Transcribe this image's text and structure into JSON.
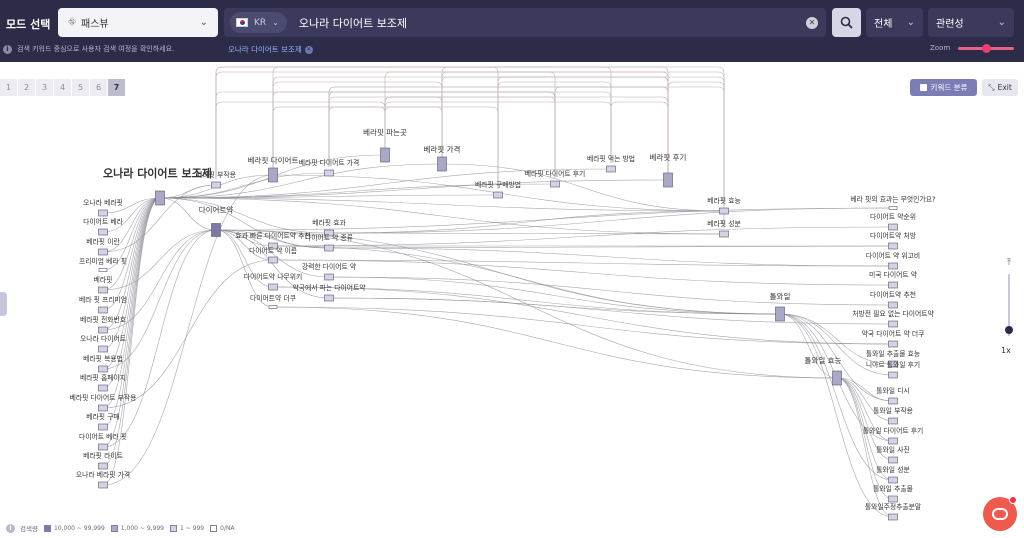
{
  "header": {
    "mode_label": "모드 선택",
    "mode_select": {
      "icon": "path-icon",
      "value": "패스뷰"
    },
    "country": {
      "code": "KR",
      "flag": "korea-flag-icon"
    },
    "query": "오나라 다이어트 보조제",
    "scope_select": "전체",
    "sort_select": "관련성",
    "hint": "검색 키워드 중심으로 사용자 검색 여정을 확인하세요.",
    "active_chip": "오나라 다이어트 보조제",
    "zoom_label": "Zoom",
    "zoom_level": 0.5
  },
  "toolbar": {
    "pages": [
      "1",
      "2",
      "3",
      "4",
      "5",
      "6",
      "7"
    ],
    "active_page": "7",
    "keyword_button": "키워드 분류",
    "exit_button": "Exit"
  },
  "zoom_control": {
    "value": "1x",
    "level": 0.9
  },
  "legend": {
    "title": "검색량",
    "items": [
      {
        "label": "10,000 ~ 99,999",
        "color": "#7b7ba6"
      },
      {
        "label": "1,000 ~ 9,999",
        "color": "#a9a9c6"
      },
      {
        "label": "1 ~ 999",
        "color": "#d3d3e2"
      },
      {
        "label": "0/NA",
        "color": "#ffffff"
      }
    ]
  },
  "colors": {
    "header_bg": "#2c2b48",
    "accent": "#7d7db5",
    "zoom": "#e83f71",
    "chat": "#ee5a4e"
  },
  "graph": {
    "nodes": [
      {
        "id": "root",
        "label": "오나라 다이어트 보조제",
        "tier": 2
      },
      {
        "id": "n1",
        "label": "오나라 베라핏",
        "tier": 3
      },
      {
        "id": "n2",
        "label": "다이어트 베라",
        "tier": 3
      },
      {
        "id": "n3",
        "label": "베라핏 이란",
        "tier": 3
      },
      {
        "id": "n4",
        "label": "프리미엄 베라 핏",
        "tier": 4
      },
      {
        "id": "n5",
        "label": "베라핏",
        "tier": 3
      },
      {
        "id": "n6",
        "label": "베라 핏 프리미엄",
        "tier": 3
      },
      {
        "id": "n7",
        "label": "베라핏 전화번호",
        "tier": 3
      },
      {
        "id": "n8",
        "label": "오나라 다이어트",
        "tier": 3
      },
      {
        "id": "n9",
        "label": "베라핏 복용법",
        "tier": 3
      },
      {
        "id": "n10",
        "label": "베라핏 홈페이지",
        "tier": 3
      },
      {
        "id": "n11",
        "label": "베라핏 다이어트 부작용",
        "tier": 3
      },
      {
        "id": "n12",
        "label": "베라핏 구매",
        "tier": 3
      },
      {
        "id": "n13",
        "label": "다이어트 베라 핏",
        "tier": 3
      },
      {
        "id": "n14",
        "label": "베라핏 라이트",
        "tier": 3
      },
      {
        "id": "n15",
        "label": "오나라 베라핏 가격",
        "tier": 3
      },
      {
        "id": "c1",
        "label": "베라핏 부작용",
        "tier": 3
      },
      {
        "id": "c2",
        "label": "다이어트약",
        "tier": 1
      },
      {
        "id": "c3",
        "label": "베라핏 다이어트",
        "tier": 2
      },
      {
        "id": "c4",
        "label": "베라핏 다이어트 가격",
        "tier": 3
      },
      {
        "id": "c5",
        "label": "베라핏 파는곳",
        "tier": 2
      },
      {
        "id": "c6",
        "label": "베라핏 가격",
        "tier": 2
      },
      {
        "id": "c7",
        "label": "베라핏 구매방법",
        "tier": 3
      },
      {
        "id": "c8",
        "label": "베라핏 다이어트 후기",
        "tier": 3
      },
      {
        "id": "c9",
        "label": "베라핏 먹는 방법",
        "tier": 3
      },
      {
        "id": "c10",
        "label": "베라핏 후기",
        "tier": 2
      },
      {
        "id": "c11",
        "label": "베라핏 효과",
        "tier": 3
      },
      {
        "id": "c12",
        "label": "효과 빠른 다이어트약 추천",
        "tier": 3
      },
      {
        "id": "c13",
        "label": "다이어트 약 종류",
        "tier": 3
      },
      {
        "id": "c14",
        "label": "다이어트 약 이름",
        "tier": 3
      },
      {
        "id": "c15",
        "label": "강력한 다이어트 약",
        "tier": 3
      },
      {
        "id": "c16",
        "label": "다이어트약 나무위키",
        "tier": 3
      },
      {
        "id": "c17",
        "label": "약국에서 파는 다이어트약",
        "tier": 3
      },
      {
        "id": "c18",
        "label": "다이어트약 더쿠",
        "tier": 4
      },
      {
        "id": "c19",
        "label": "베라핏 효능",
        "tier": 3
      },
      {
        "id": "c20",
        "label": "베라핏 성분",
        "tier": 3
      },
      {
        "id": "c21",
        "label": "톨와일",
        "tier": 2
      },
      {
        "id": "c22",
        "label": "톨와일 효능",
        "tier": 2
      },
      {
        "id": "r1",
        "label": "베라 핏의 효과는 무엇인가요?",
        "tier": 4
      },
      {
        "id": "r2",
        "label": "다이어트 약순위",
        "tier": 3
      },
      {
        "id": "r3",
        "label": "다이어트약 처방",
        "tier": 3
      },
      {
        "id": "r4",
        "label": "다이어트 약 위고비",
        "tier": 3
      },
      {
        "id": "r5",
        "label": "미국 다이어트 약",
        "tier": 3
      },
      {
        "id": "r6",
        "label": "다이어트약 추천",
        "tier": 3
      },
      {
        "id": "r7",
        "label": "처방전 필요 없는 다이어트약",
        "tier": 3
      },
      {
        "id": "r8",
        "label": "약국 다이어트 약 더쿠",
        "tier": 3
      },
      {
        "id": "r9",
        "label": "톨와일 추출물 효능",
        "tier": 3
      },
      {
        "id": "r10",
        "label": "니아르 톨와일 후기",
        "tier": 3
      },
      {
        "id": "r11",
        "label": "톨와일 디시",
        "tier": 3
      },
      {
        "id": "r12",
        "label": "톨와일 부작용",
        "tier": 3
      },
      {
        "id": "r13",
        "label": "톨와일 다이어트 후기",
        "tier": 3
      },
      {
        "id": "r14",
        "label": "톨와일 사진",
        "tier": 3
      },
      {
        "id": "r15",
        "label": "톨와일 성분",
        "tier": 3
      },
      {
        "id": "r16",
        "label": "톨와일 추출물",
        "tier": 3
      },
      {
        "id": "r17",
        "label": "톨와일주정추출분말",
        "tier": 3
      }
    ],
    "edges": [
      [
        "n1",
        "root"
      ],
      [
        "n2",
        "root"
      ],
      [
        "n3",
        "root"
      ],
      [
        "n4",
        "root"
      ],
      [
        "n5",
        "root"
      ],
      [
        "n6",
        "root"
      ],
      [
        "n7",
        "root"
      ],
      [
        "n8",
        "root"
      ],
      [
        "n9",
        "root"
      ],
      [
        "n10",
        "root"
      ],
      [
        "n11",
        "root"
      ],
      [
        "n12",
        "root"
      ],
      [
        "n13",
        "root"
      ],
      [
        "n14",
        "root"
      ],
      [
        "n15",
        "root"
      ],
      [
        "n5",
        "c2"
      ],
      [
        "n9",
        "c2"
      ],
      [
        "n11",
        "c14"
      ],
      [
        "n13",
        "c2"
      ],
      [
        "n15",
        "c3"
      ],
      [
        "n7",
        "c2"
      ],
      [
        "n3",
        "c1"
      ],
      [
        "root",
        "c1"
      ],
      [
        "root",
        "c2"
      ],
      [
        "root",
        "c3"
      ],
      [
        "root",
        "c4"
      ],
      [
        "root",
        "c5"
      ],
      [
        "root",
        "c6"
      ],
      [
        "root",
        "c7"
      ],
      [
        "root",
        "c8"
      ],
      [
        "root",
        "c9"
      ],
      [
        "root",
        "c10"
      ],
      [
        "root",
        "c19"
      ],
      [
        "root",
        "c20"
      ],
      [
        "root",
        "c11"
      ],
      [
        "root",
        "c13"
      ],
      [
        "c2",
        "c12"
      ],
      [
        "c2",
        "c14"
      ],
      [
        "c2",
        "c16"
      ],
      [
        "c2",
        "c18"
      ],
      [
        "c2",
        "c13"
      ],
      [
        "c2",
        "c15"
      ],
      [
        "c2",
        "c17"
      ],
      [
        "c2",
        "c21"
      ],
      [
        "c2",
        "c22"
      ],
      [
        "c11",
        "c19"
      ],
      [
        "c11",
        "c20"
      ],
      [
        "c3",
        "c19"
      ],
      [
        "c6",
        "c19"
      ],
      [
        "c12",
        "r2"
      ],
      [
        "c12",
        "r3"
      ],
      [
        "c13",
        "r4"
      ],
      [
        "c14",
        "r5"
      ],
      [
        "c15",
        "r6"
      ],
      [
        "c17",
        "r7"
      ],
      [
        "c16",
        "r8"
      ],
      [
        "c2",
        "r1"
      ],
      [
        "c11",
        "r1"
      ],
      [
        "c18",
        "r8"
      ],
      [
        "c13",
        "r3"
      ],
      [
        "c14",
        "r4"
      ],
      [
        "c21",
        "c22"
      ],
      [
        "c21",
        "r9"
      ],
      [
        "c21",
        "r10"
      ],
      [
        "c16",
        "c21"
      ],
      [
        "c15",
        "c21"
      ],
      [
        "c17",
        "c21"
      ],
      [
        "c12",
        "c21"
      ],
      [
        "c18",
        "c22"
      ],
      [
        "c22",
        "r11"
      ],
      [
        "c22",
        "r12"
      ],
      [
        "c22",
        "r13"
      ],
      [
        "c22",
        "r14"
      ],
      [
        "c22",
        "r15"
      ],
      [
        "c22",
        "r16"
      ],
      [
        "c22",
        "r17"
      ],
      [
        "c21",
        "r11"
      ],
      [
        "c21",
        "r13"
      ],
      [
        "c21",
        "r15"
      ],
      [
        "c21",
        "r17"
      ]
    ],
    "loops": [
      [
        "c1",
        "c9"
      ],
      [
        "c1",
        "c10"
      ],
      [
        "c3",
        "c10"
      ],
      [
        "c3",
        "c6"
      ],
      [
        "c4",
        "c10"
      ],
      [
        "c4",
        "c8"
      ],
      [
        "c5",
        "c10"
      ],
      [
        "c5",
        "c9"
      ],
      [
        "c5",
        "c6"
      ],
      [
        "c6",
        "c10"
      ],
      [
        "c6",
        "c8"
      ],
      [
        "c7",
        "c10"
      ],
      [
        "c7",
        "c9"
      ],
      [
        "c8",
        "c10"
      ],
      [
        "c3",
        "c9"
      ],
      [
        "c4",
        "c6"
      ],
      [
        "c1",
        "c5"
      ],
      [
        "c3",
        "c5"
      ],
      [
        "c3",
        "c19"
      ],
      [
        "c5",
        "c19"
      ],
      [
        "c6",
        "c20"
      ],
      [
        "c10",
        "c19"
      ],
      [
        "c4",
        "c20"
      ],
      [
        "c1",
        "c8"
      ],
      [
        "c5",
        "c8"
      ],
      [
        "c9",
        "c10"
      ],
      [
        "c4",
        "c7"
      ],
      [
        "c1",
        "c7"
      ]
    ]
  }
}
